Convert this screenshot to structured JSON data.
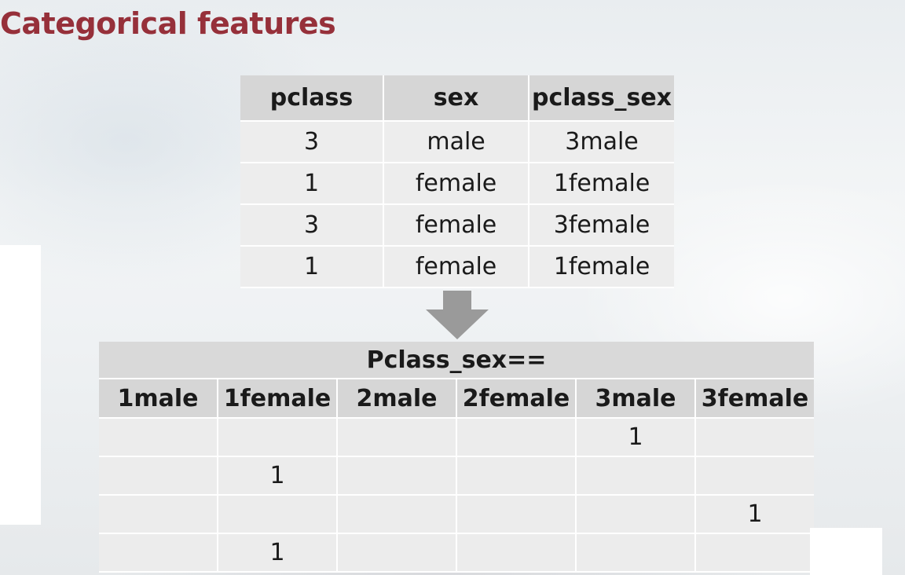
{
  "title": "Categorical features",
  "table1": {
    "headers": [
      "pclass",
      "sex",
      "pclass_sex"
    ],
    "rows": [
      [
        "3",
        "male",
        "3male"
      ],
      [
        "1",
        "female",
        "1female"
      ],
      [
        "3",
        "female",
        "3female"
      ],
      [
        "1",
        "female",
        "1female"
      ]
    ]
  },
  "table2": {
    "group_header": "Pclass_sex==",
    "headers": [
      "1male",
      "1female",
      "2male",
      "2female",
      "3male",
      "3female"
    ],
    "rows": [
      [
        "",
        "",
        "",
        "",
        "1",
        ""
      ],
      [
        "",
        "1",
        "",
        "",
        "",
        ""
      ],
      [
        "",
        "",
        "",
        "",
        "",
        "1"
      ],
      [
        "",
        "1",
        "",
        "",
        "",
        ""
      ]
    ]
  },
  "icons": {
    "arrow": "down-arrow-icon"
  },
  "colors": {
    "title": "#96303a",
    "header_bg": "#d6d6d6",
    "cell_bg": "#ececec",
    "arrow": "#9a9a9a"
  }
}
